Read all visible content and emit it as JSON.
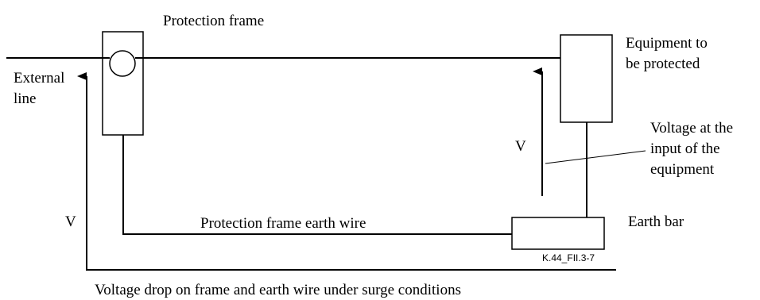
{
  "labels": {
    "protection_frame": "Protection frame",
    "external_line_1": "External",
    "external_line_2": "line",
    "equipment_1": "Equipment to",
    "equipment_2": "be protected",
    "voltage_input_1": "Voltage at the",
    "voltage_input_2": "input of the",
    "voltage_input_3": "equipment",
    "v_equipment": "V",
    "v_frame": "V",
    "earth_wire": "Protection frame earth wire",
    "earth_bar": "Earth bar",
    "figure_id": "K.44_FII.3-7",
    "caption": "Voltage drop on frame and earth wire under surge conditions"
  }
}
